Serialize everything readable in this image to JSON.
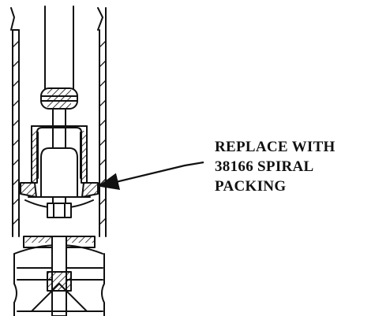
{
  "callout": {
    "lines": [
      "REPLACE WITH",
      "38166 SPIRAL",
      "PACKING"
    ]
  },
  "colors": {
    "line": "#111111",
    "background": "#ffffff"
  }
}
